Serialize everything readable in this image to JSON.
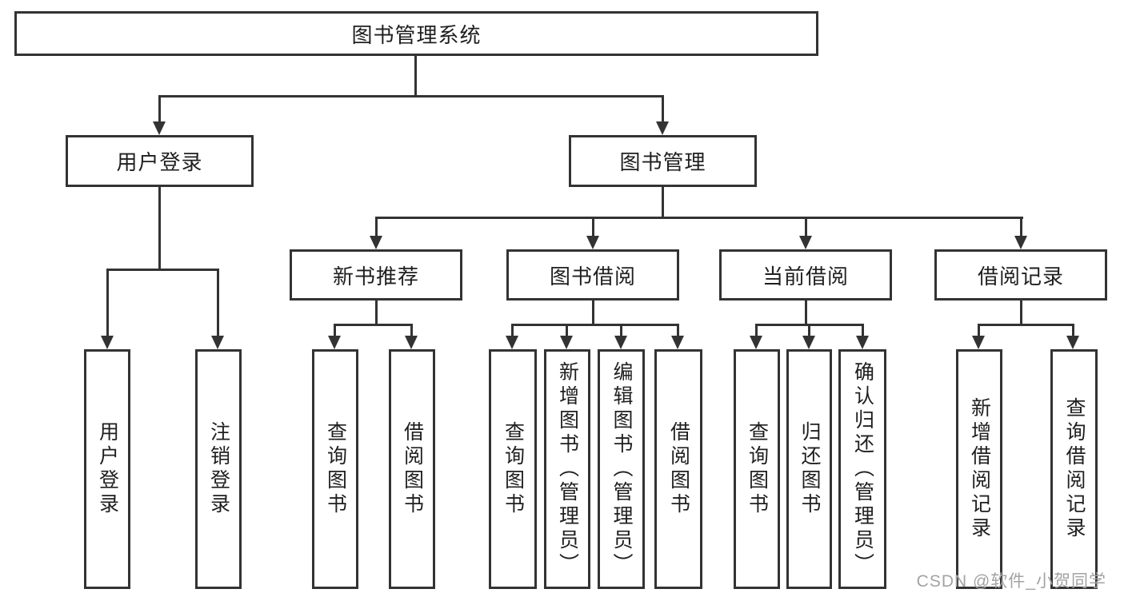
{
  "diagram_type": "hierarchy-tree",
  "colors": {
    "line": "#333333",
    "box_background": "#ffffff",
    "text": "#1f1f1f",
    "watermark": "#a3a3a3"
  },
  "tree": {
    "label": "图书管理系统",
    "children": [
      {
        "label": "用户登录",
        "children": [
          {
            "label": "用户登录"
          },
          {
            "label": "注销登录"
          }
        ]
      },
      {
        "label": "图书管理",
        "children": [
          {
            "label": "新书推荐",
            "children": [
              {
                "label": "查询图书"
              },
              {
                "label": "借阅图书"
              }
            ]
          },
          {
            "label": "图书借阅",
            "children": [
              {
                "label": "查询图书"
              },
              {
                "label": "新增图书（管理员）"
              },
              {
                "label": "编辑图书（管理员）"
              },
              {
                "label": "借阅图书"
              }
            ]
          },
          {
            "label": "当前借阅",
            "children": [
              {
                "label": "查询图书"
              },
              {
                "label": "归还图书"
              },
              {
                "label": "确认归还（管理员）"
              }
            ]
          },
          {
            "label": "借阅记录",
            "children": [
              {
                "label": "新增借阅记录"
              },
              {
                "label": "查询借阅记录"
              }
            ]
          }
        ]
      }
    ]
  },
  "watermark": {
    "text": "CSDN @软件_小贺同学"
  }
}
